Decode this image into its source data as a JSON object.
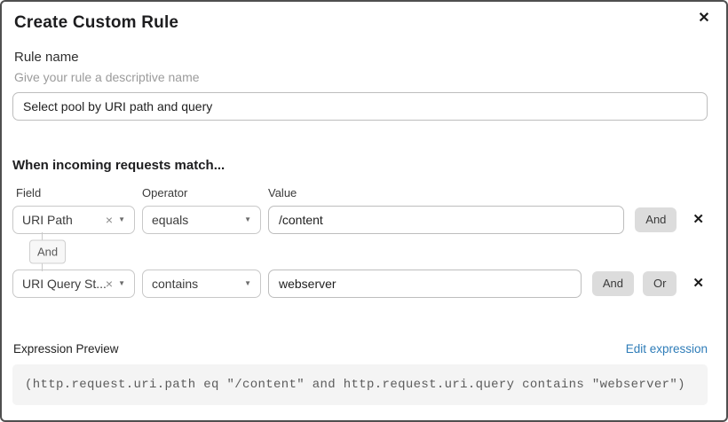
{
  "dialog": {
    "title": "Create Custom Rule"
  },
  "icons": {
    "close": "✕",
    "remove": "✕",
    "clear": "×",
    "caret": "▼"
  },
  "rule_name": {
    "label": "Rule name",
    "hint": "Give your rule a descriptive name",
    "value": "Select pool by URI path and query"
  },
  "builder": {
    "heading": "When incoming requests match...",
    "columns": {
      "field": "Field",
      "operator": "Operator",
      "value": "Value"
    },
    "connector": "And",
    "rows": [
      {
        "field": "URI Path",
        "operator": "equals",
        "value": "/content",
        "and_label": "And"
      },
      {
        "field": "URI Query St...",
        "operator": "contains",
        "value": "webserver",
        "and_label": "And",
        "or_label": "Or"
      }
    ]
  },
  "expression": {
    "label": "Expression Preview",
    "edit_link": "Edit expression",
    "code": "(http.request.uri.path eq \"/content\" and http.request.uri.query contains \"webserver\")"
  },
  "colors": {
    "link_blue": "#2e7cb8",
    "button_gray": "#dcdcdc",
    "code_background": "#f4f4f4",
    "dialog_border": "#4f4f4f"
  }
}
